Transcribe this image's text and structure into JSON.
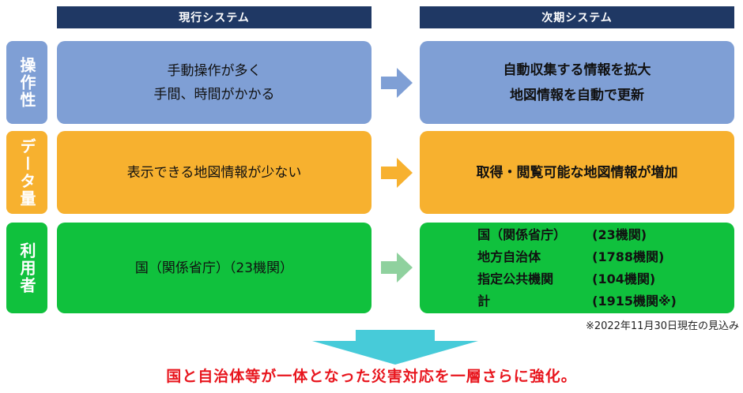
{
  "headers": {
    "current": "現行システム",
    "next": "次期システム"
  },
  "rows": [
    {
      "label": "操作性",
      "current": [
        "手動操作が多く",
        "手間、時間がかかる"
      ],
      "next": [
        "自動収集する情報を拡大",
        "地図情報を自動で更新"
      ]
    },
    {
      "label": "データ量",
      "current": [
        "表示できる地図情報が少ない"
      ],
      "next": [
        "取得・閲覧可能な地図情報が増加"
      ]
    },
    {
      "label": "利用者",
      "current": [
        "国（関係省庁）（23機関）"
      ],
      "next_table": [
        {
          "org": "国（関係省庁）",
          "count": "(23機関)"
        },
        {
          "org": "地方自治体",
          "count": "(1788機関)"
        },
        {
          "org": "指定公共機関",
          "count": "(104機関)"
        },
        {
          "org": "計",
          "count": "(1915機関※)"
        }
      ]
    }
  ],
  "note": "※2022年11月30日現在の見込み",
  "conclusion": "国と自治体等が一体となった災害対応を一層さらに強化。",
  "colors": {
    "header": "#1f3864",
    "blue": "#7f9fd5",
    "orange": "#f7b12f",
    "green": "#10c13d",
    "conclusion": "#e8161e",
    "big_arrow": "#47cbd9"
  },
  "icons": {
    "row_arrow": "right-arrow-icon",
    "down_arrow": "down-arrow-icon"
  }
}
